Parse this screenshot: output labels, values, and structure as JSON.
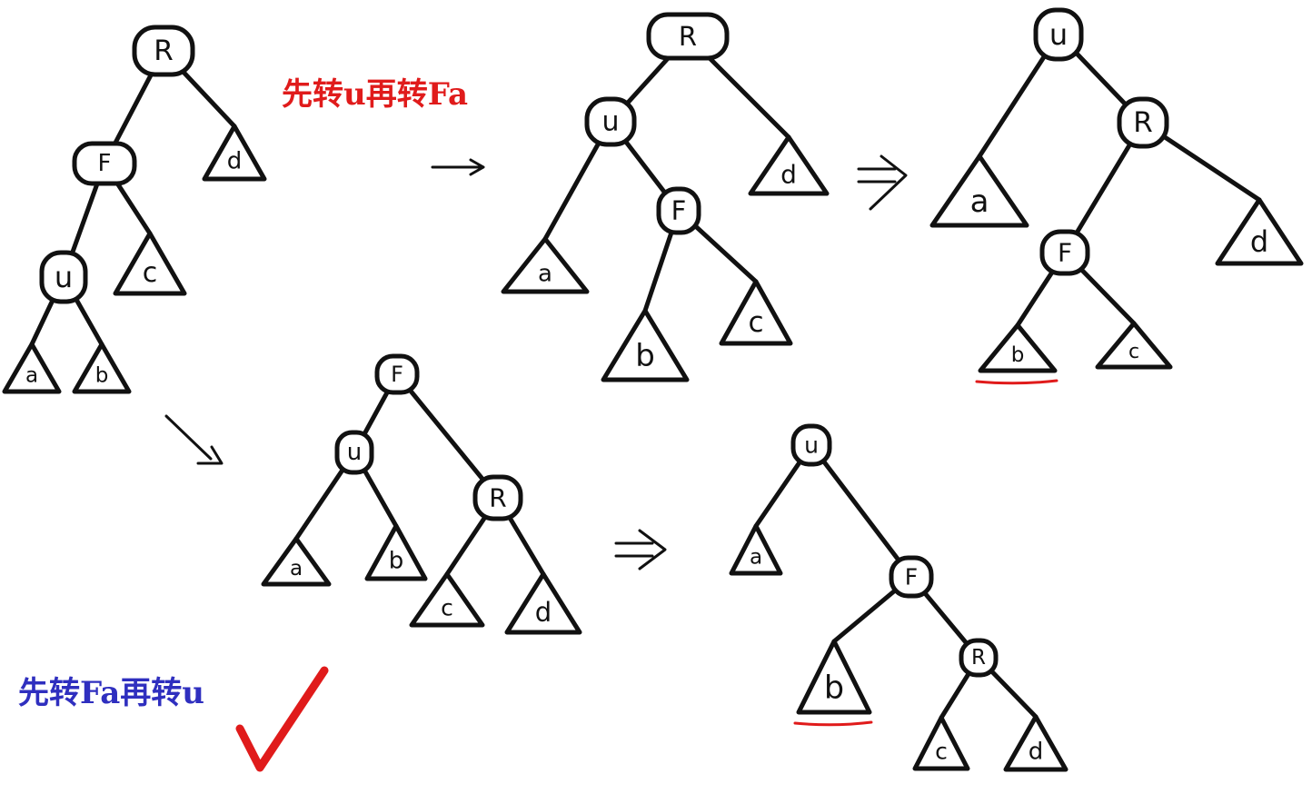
{
  "captions": {
    "red": "先转u再转Fa",
    "blue": "先转Fa再转u"
  },
  "colors": {
    "ink": "#111111",
    "red_caption": "#e01b1b",
    "blue_caption": "#2f2fbf",
    "underline": "#e01b1b",
    "checkmark": "#e01b1b"
  },
  "icons": {
    "arrow": "right-arrow-icon",
    "double_arrow": "implies-arrow-icon",
    "check": "checkmark-icon"
  },
  "trees": [
    {
      "id": "tree1",
      "nodes": [
        {
          "id": "R",
          "label": "R",
          "kind": "node"
        },
        {
          "id": "F",
          "label": "F",
          "kind": "node"
        },
        {
          "id": "d",
          "label": "d",
          "kind": "subtree"
        },
        {
          "id": "u",
          "label": "u",
          "kind": "node"
        },
        {
          "id": "c",
          "label": "c",
          "kind": "subtree"
        },
        {
          "id": "a",
          "label": "a",
          "kind": "subtree"
        },
        {
          "id": "b",
          "label": "b",
          "kind": "subtree"
        }
      ],
      "edges": [
        [
          "R",
          "F"
        ],
        [
          "R",
          "d"
        ],
        [
          "F",
          "u"
        ],
        [
          "F",
          "c"
        ],
        [
          "u",
          "a"
        ],
        [
          "u",
          "b"
        ]
      ]
    },
    {
      "id": "tree2",
      "nodes": [
        {
          "id": "R",
          "label": "R",
          "kind": "node"
        },
        {
          "id": "u",
          "label": "u",
          "kind": "node"
        },
        {
          "id": "d",
          "label": "d",
          "kind": "subtree"
        },
        {
          "id": "a",
          "label": "a",
          "kind": "subtree"
        },
        {
          "id": "F",
          "label": "F",
          "kind": "node"
        },
        {
          "id": "b",
          "label": "b",
          "kind": "subtree"
        },
        {
          "id": "c",
          "label": "c",
          "kind": "subtree"
        }
      ],
      "edges": [
        [
          "R",
          "u"
        ],
        [
          "R",
          "d"
        ],
        [
          "u",
          "a"
        ],
        [
          "u",
          "F"
        ],
        [
          "F",
          "b"
        ],
        [
          "F",
          "c"
        ]
      ]
    },
    {
      "id": "tree3",
      "nodes": [
        {
          "id": "u",
          "label": "u",
          "kind": "node"
        },
        {
          "id": "a",
          "label": "a",
          "kind": "subtree"
        },
        {
          "id": "R",
          "label": "R",
          "kind": "node"
        },
        {
          "id": "F",
          "label": "F",
          "kind": "node"
        },
        {
          "id": "d",
          "label": "d",
          "kind": "subtree"
        },
        {
          "id": "b",
          "label": "b",
          "kind": "subtree",
          "underlined": true
        },
        {
          "id": "c",
          "label": "c",
          "kind": "subtree"
        }
      ],
      "edges": [
        [
          "u",
          "a"
        ],
        [
          "u",
          "R"
        ],
        [
          "R",
          "F"
        ],
        [
          "R",
          "d"
        ],
        [
          "F",
          "b"
        ],
        [
          "F",
          "c"
        ]
      ]
    },
    {
      "id": "tree4",
      "nodes": [
        {
          "id": "F",
          "label": "F",
          "kind": "node"
        },
        {
          "id": "u",
          "label": "u",
          "kind": "node"
        },
        {
          "id": "R",
          "label": "R",
          "kind": "node"
        },
        {
          "id": "a",
          "label": "a",
          "kind": "subtree"
        },
        {
          "id": "b",
          "label": "b",
          "kind": "subtree"
        },
        {
          "id": "c",
          "label": "c",
          "kind": "subtree"
        },
        {
          "id": "d",
          "label": "d",
          "kind": "subtree"
        }
      ],
      "edges": [
        [
          "F",
          "u"
        ],
        [
          "F",
          "R"
        ],
        [
          "u",
          "a"
        ],
        [
          "u",
          "b"
        ],
        [
          "R",
          "c"
        ],
        [
          "R",
          "d"
        ]
      ]
    },
    {
      "id": "tree5",
      "nodes": [
        {
          "id": "u",
          "label": "u",
          "kind": "node"
        },
        {
          "id": "a",
          "label": "a",
          "kind": "subtree"
        },
        {
          "id": "F",
          "label": "F",
          "kind": "node"
        },
        {
          "id": "b",
          "label": "b",
          "kind": "subtree",
          "underlined": true
        },
        {
          "id": "R",
          "label": "R",
          "kind": "node"
        },
        {
          "id": "c",
          "label": "c",
          "kind": "subtree"
        },
        {
          "id": "d",
          "label": "d",
          "kind": "subtree"
        }
      ],
      "edges": [
        [
          "u",
          "a"
        ],
        [
          "u",
          "F"
        ],
        [
          "F",
          "b"
        ],
        [
          "F",
          "R"
        ],
        [
          "R",
          "c"
        ],
        [
          "R",
          "d"
        ]
      ]
    }
  ]
}
